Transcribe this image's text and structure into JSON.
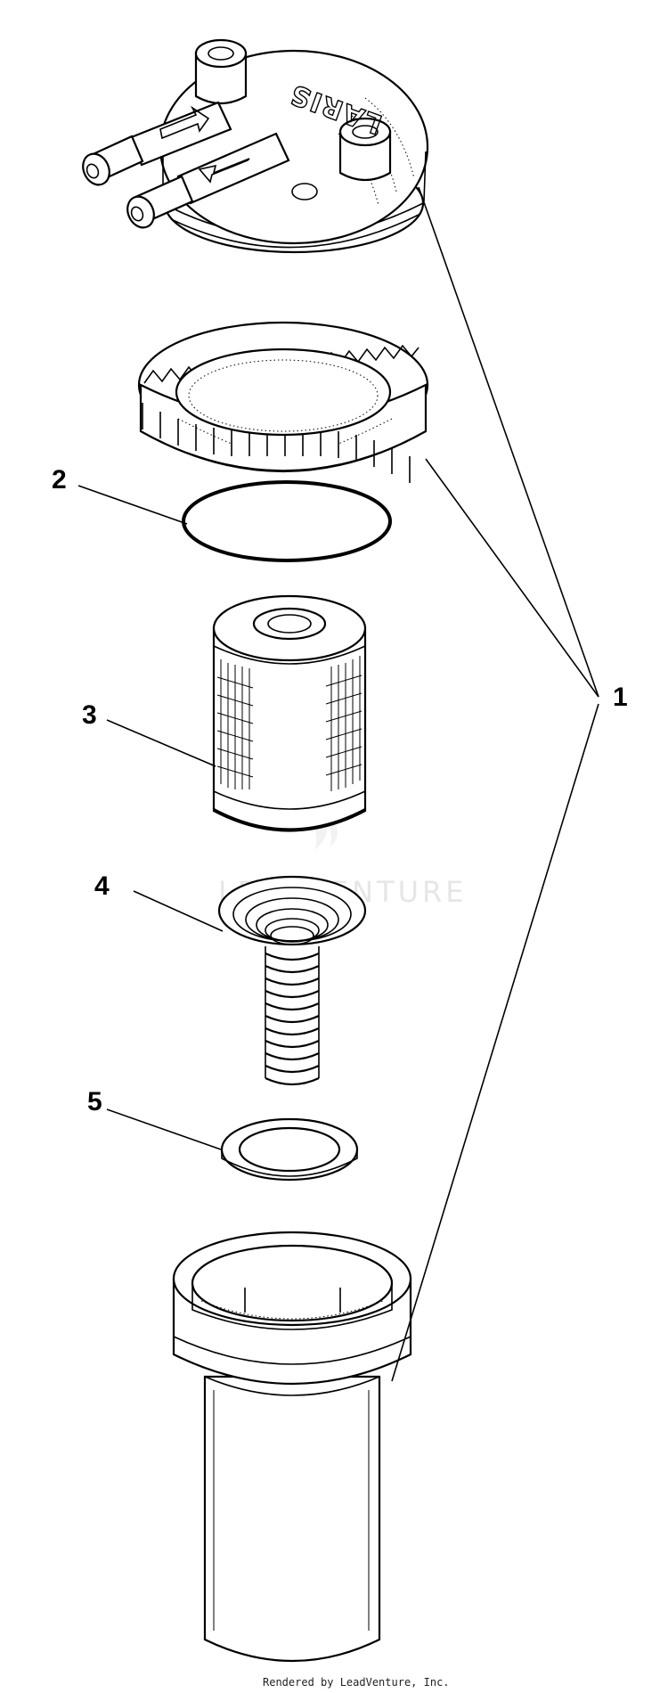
{
  "diagram": {
    "callouts": [
      {
        "id": "1",
        "label": "1"
      },
      {
        "id": "2",
        "label": "2"
      },
      {
        "id": "3",
        "label": "3"
      },
      {
        "id": "4",
        "label": "4"
      },
      {
        "id": "5",
        "label": "5"
      }
    ],
    "logo_text": "LARIS",
    "watermark_text": "LEADVENTURE",
    "footer_text": "Rendered by LeadVenture, Inc."
  }
}
